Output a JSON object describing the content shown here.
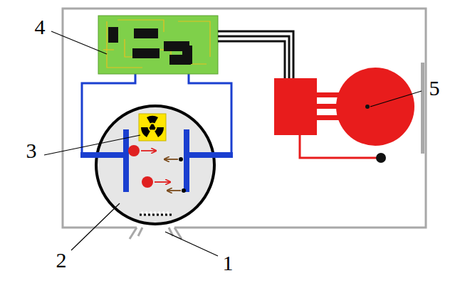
{
  "diagram": {
    "labels": [
      "4",
      "5",
      "3",
      "2",
      "1"
    ]
  }
}
